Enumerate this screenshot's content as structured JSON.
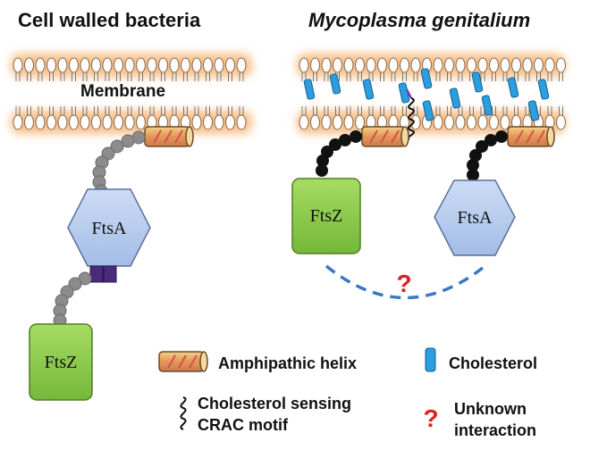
{
  "left_panel": {
    "title": "Cell walled bacteria",
    "membrane_label": "Membrane",
    "ftsa_label": "FtsA",
    "ftsz_label": "FtsZ"
  },
  "right_panel": {
    "title": "Mycoplasma genitalium",
    "ftsz_label": "FtsZ",
    "ftsa_label": "FtsA",
    "unknown_mark": "?"
  },
  "legend": {
    "amphipathic_helix": "Amphipathic helix",
    "cholesterol": "Cholesterol",
    "crac_line1": "Cholesterol sensing",
    "crac_line2": "CRAC motif",
    "unknown_mark": "?",
    "unknown_line1": "Unknown",
    "unknown_line2": "interaction"
  },
  "colors": {
    "membrane_glow": "#f8c08a",
    "lipid_head": "#ffffff",
    "lipid_outline": "#8a6a4a",
    "ftsa_fill": "#b7cdee",
    "ftsz_fill": "#8fcf4a",
    "cholesterol": "#2a9ee0",
    "linker_grey": "#8c8c8c",
    "linker_black": "#111111",
    "ftsa_tail": "#4a2a7a",
    "dashed": "#3a78c2",
    "question": "#e02020",
    "crac_purple": "#7a3fb0"
  }
}
